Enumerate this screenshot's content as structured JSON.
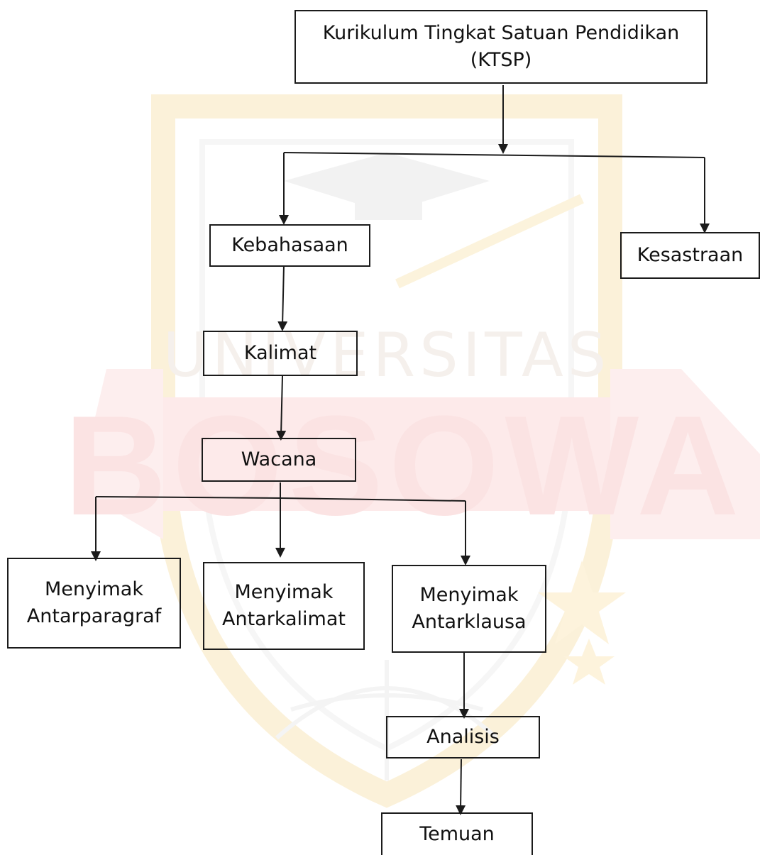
{
  "watermark": {
    "word": "UNIVERSITAS",
    "brand": "BOSOWA"
  },
  "nodes": {
    "ktsp": "Kurikulum Tingkat Satuan Pendidikan\n(KTSP)",
    "kebahasaan": "Kebahasaan",
    "kesastraan": "Kesastraan",
    "kalimat": "Kalimat",
    "wacana": "Wacana",
    "antarparagraf": "Menyimak\nAntarparagraf",
    "antarkalimat": "Menyimak\nAntarkalimat",
    "antarklausa": "Menyimak\nAntarklausa",
    "analisis": "Analisis",
    "temuan": "Temuan"
  }
}
